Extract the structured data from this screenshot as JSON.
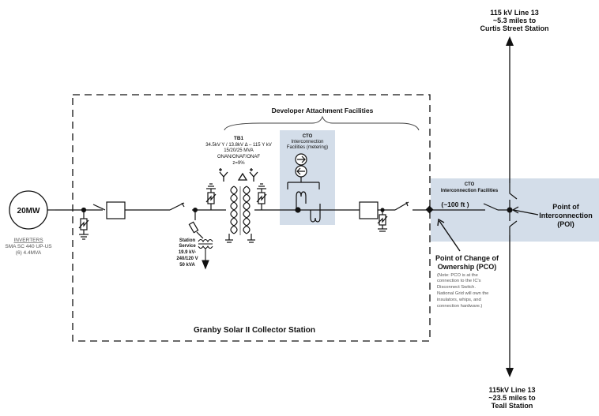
{
  "top_line": {
    "line1": "115 kV Line 13",
    "line2": "~5.3 miles to",
    "line3": "Curtis Street Station"
  },
  "bottom_line": {
    "line1": "115kV Line 13",
    "line2": "~23.5 miles to",
    "line3": "Teall Station"
  },
  "generator": {
    "rating": "20MW",
    "inverters_title": "INVERTERS",
    "inverters_model": "SMA SC 440 UP-US",
    "inverters_qty": "(6) 4.4MVA"
  },
  "transformer": {
    "name": "TB1",
    "voltage": "34.5kV Y / 13.8kV Δ – 115 Y kV",
    "rating": "15/20/25 MVA",
    "cooling": "ONAN/ONAF/ONAF",
    "impedance": "z=9%"
  },
  "developer_facilities_label": "Developer Attachment Facilities",
  "metering_box": {
    "line1": "CTO",
    "line2": "Interconnection",
    "line3": "Facilities (metering)"
  },
  "station_service": {
    "line1": "Station",
    "line2": "Service",
    "line3": "19.9 kV-",
    "line4": "240/120 V",
    "line5": "50 kVA"
  },
  "cto_facilities": {
    "line1": "CTO",
    "line2": "Interconnection Facilities",
    "distance": "(~100 ft )"
  },
  "poi": {
    "line1": "Point of",
    "line2": "Interconnection",
    "line3": "(POI)"
  },
  "pco": {
    "line1": "Point of Change of",
    "line2": "Ownership (PCO)",
    "note1": "(Note: PCO is at the",
    "note2": "connection to the IC's",
    "note3": "Disconnect Switch.",
    "note4": "National Grid will own the",
    "note5": "insulators, whips, and",
    "note6": "connection hardware.)"
  },
  "collector_station_label": "Granby Solar II Collector Station",
  "colors": {
    "shaded_region": "#d3dde9",
    "line": "#111111"
  }
}
